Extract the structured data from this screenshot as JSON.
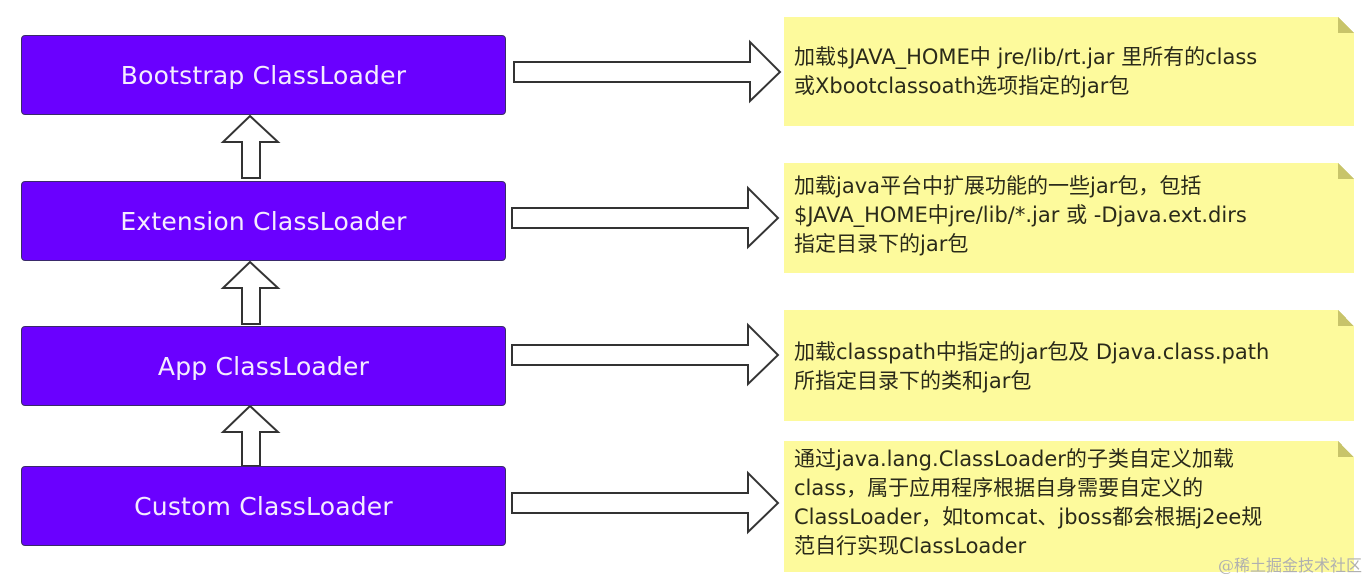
{
  "diagram": {
    "colors": {
      "loader_fill": "#6a00ff",
      "loader_text": "#f4ecff",
      "note_fill": "#fdfa9c",
      "note_fold": "#c8c46a",
      "arrow_stroke": "#333333",
      "arrow_fill": "#ffffff"
    },
    "loaders": [
      {
        "label": "Bootstrap ClassLoader"
      },
      {
        "label": "Extension ClassLoader"
      },
      {
        "label": "App ClassLoader"
      },
      {
        "label": "Custom ClassLoader"
      }
    ],
    "notes": [
      {
        "text": "加载$JAVA_HOME中 jre/lib/rt.jar 里所有的class\n或Xbootclassoath选项指定的jar包"
      },
      {
        "text": "加载java平台中扩展功能的一些jar包，包括\n$JAVA_HOME中jre/lib/*.jar 或 -Djava.ext.dirs\n指定目录下的jar包"
      },
      {
        "text": "加载classpath中指定的jar包及 Djava.class.path\n所指定目录下的类和jar包"
      },
      {
        "text": "通过java.lang.ClassLoader的子类自定义加载\nclass，属于应用程序根据自身需要自定义的\nClassLoader，如tomcat、jboss都会根据j2ee规\n范自行实现ClassLoader"
      }
    ],
    "relations": [
      {
        "from": "Extension ClassLoader",
        "to": "Bootstrap ClassLoader",
        "type": "parent-delegation-arrow"
      },
      {
        "from": "App ClassLoader",
        "to": "Extension ClassLoader",
        "type": "parent-delegation-arrow"
      },
      {
        "from": "Custom ClassLoader",
        "to": "App ClassLoader",
        "type": "parent-delegation-arrow"
      }
    ]
  },
  "watermark": "@稀土掘金技术社区"
}
